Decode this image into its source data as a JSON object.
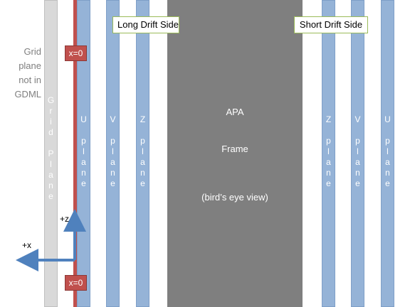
{
  "labels": {
    "long_drift": "Long Drift Side",
    "short_drift": "Short Drift Side",
    "grid_note_lines": [
      "Grid",
      "plane",
      "not in",
      "GDML"
    ],
    "x0_top": "x=0",
    "x0_bottom": "x=0",
    "axis_plus_z": "+z",
    "axis_plus_x": "+x"
  },
  "apa": {
    "line1": "APA",
    "line2": "Frame",
    "line3": "(bird’s eye view)"
  },
  "planes_left": [
    {
      "id": "grid",
      "text": "G\nr\ni\nd\n\nP\nl\na\nn\ne"
    },
    {
      "id": "u-left",
      "text": "U\n\np\nl\na\nn\ne"
    },
    {
      "id": "v-left",
      "text": "V\n\np\nl\na\nn\ne"
    },
    {
      "id": "z-left",
      "text": "Z\n\np\nl\na\nn\ne"
    }
  ],
  "planes_right": [
    {
      "id": "z-right",
      "text": "Z\n\np\nl\na\nn\ne"
    },
    {
      "id": "v-right",
      "text": "V\n\np\nl\na\nn\ne"
    },
    {
      "id": "u-right",
      "text": "U\n\np\nl\na\nn\ne"
    }
  ],
  "colors": {
    "wire_plane": "#95b3d7",
    "grid_plane": "#d9d9d9",
    "apa_frame": "#7f7f7f",
    "x0_marker": "#c0504d",
    "axis_arrow": "#4f81bd",
    "label_border": "#9bbb59"
  }
}
